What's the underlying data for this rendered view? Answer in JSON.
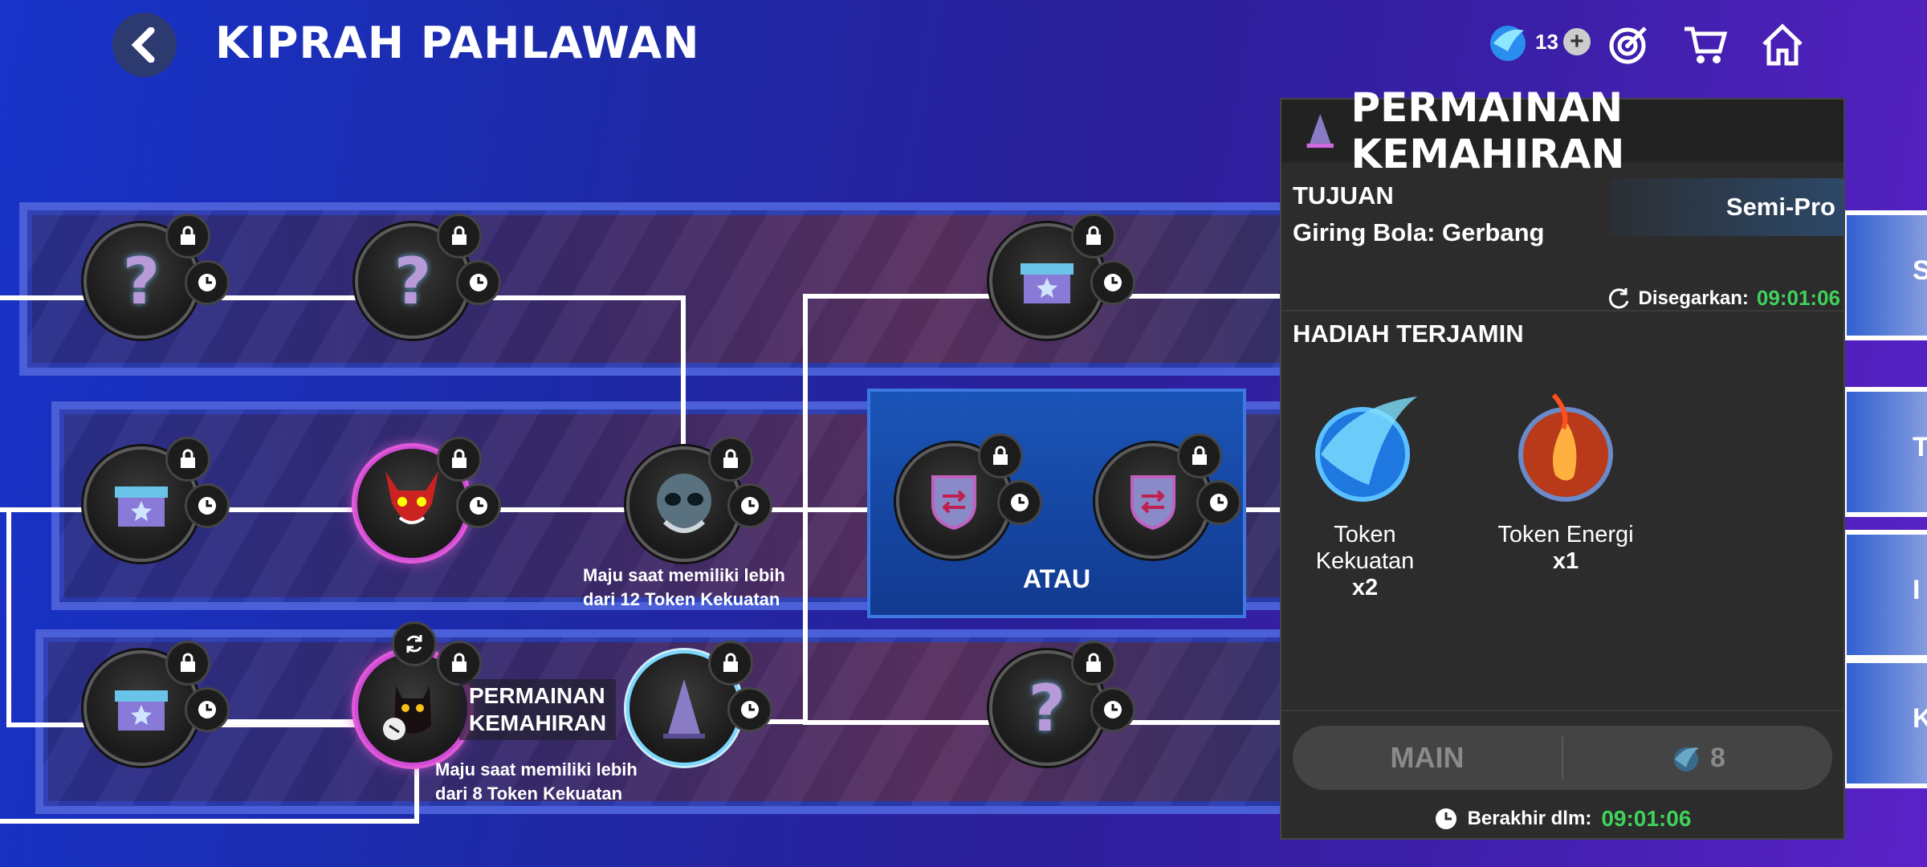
{
  "header": {
    "title": "KIPRAH PAHLAWAN",
    "currency_count": "13"
  },
  "map": {
    "note_row2": [
      "Maju saat memiliki lebih",
      "dari 12 Token Kekuatan"
    ],
    "note_row3": [
      "Maju saat memiliki lebih",
      "dari 8 Token Kekuatan"
    ],
    "active_node_label": [
      "PERMAINAN",
      "KEMAHIRAN"
    ],
    "atau_label": "ATAU"
  },
  "panel": {
    "title": "PERMAINAN KEMAHIRAN",
    "goal_label": "TUJUAN",
    "goal_value": "Giring Bola: Gerbang",
    "tier": "Semi-Pro",
    "refresh_label": "Disegarkan:",
    "refresh_time": "09:01:06",
    "rewards_label": "HADIAH TERJAMIN",
    "rewards": [
      {
        "name": "Token Kekuatan",
        "qty": "x2"
      },
      {
        "name": "Token Energi",
        "qty": "x1"
      }
    ],
    "play_label": "MAIN",
    "cost": "8",
    "ends_label": "Berakhir dlm:",
    "ends_time": "09:01:06"
  },
  "edge_cards": [
    "S",
    "T",
    "I",
    "K"
  ],
  "colors": {
    "accent_green": "#3fd35a",
    "panel_bg": "#2c2c2c",
    "lane_border": "#4a5fd8"
  }
}
